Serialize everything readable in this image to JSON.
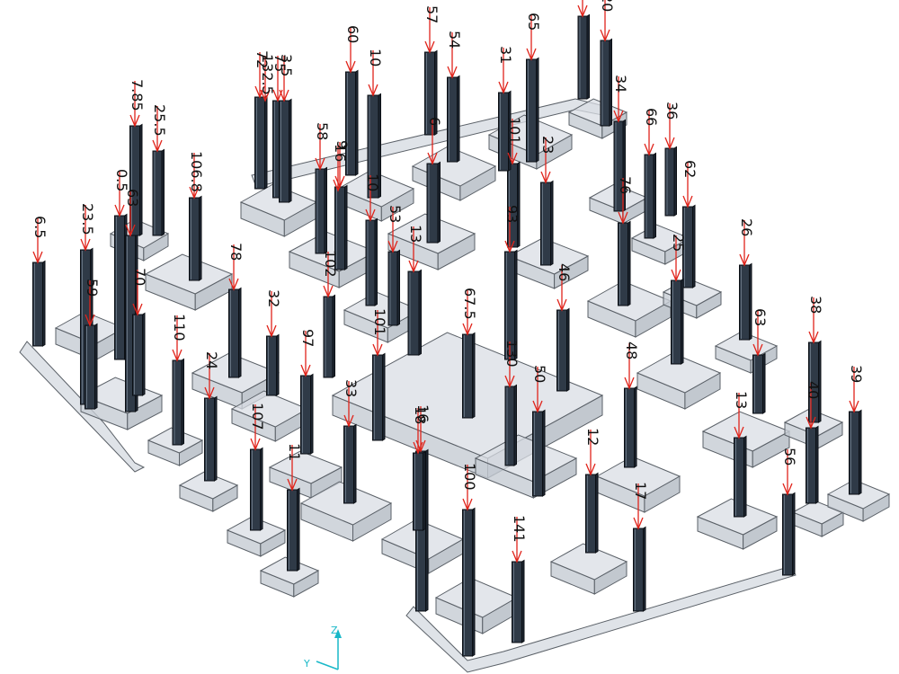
{
  "diagram": {
    "colors": {
      "footing_top": "#d9dee4",
      "footing_side": "#b3bac3",
      "footing_front": "#c6ccd3",
      "footing_edge": "#5b6168",
      "column_face": "#2f3a47",
      "column_side": "#1d2530",
      "column_edge": "#0b0f14",
      "load_arrow": "#e0241b",
      "axis": "#19b8c8"
    },
    "load_labels": [
      "6.5",
      "23.5",
      "0.5",
      "63",
      "7.85",
      "25.5",
      "106.8",
      "72",
      "75",
      "3.5",
      "58",
      "9",
      "60",
      "10",
      "57",
      "54",
      "6",
      "10",
      "53",
      "13",
      "102",
      "101",
      "67.5",
      "130",
      "50",
      "59",
      "20",
      "34",
      "66",
      "76",
      "62",
      "25",
      "26",
      "63",
      "38",
      "39",
      "101",
      "93",
      "65",
      "23",
      "46",
      "48",
      "12",
      "17",
      "141",
      "100",
      "16",
      "18",
      "33",
      "11",
      "107",
      "24",
      "97",
      "32",
      "78",
      "110",
      "70",
      "59",
      "13",
      "56",
      "40",
      "36",
      "31",
      "16",
      "132.5"
    ],
    "axes": {
      "z": "Z",
      "y": "Y"
    }
  }
}
